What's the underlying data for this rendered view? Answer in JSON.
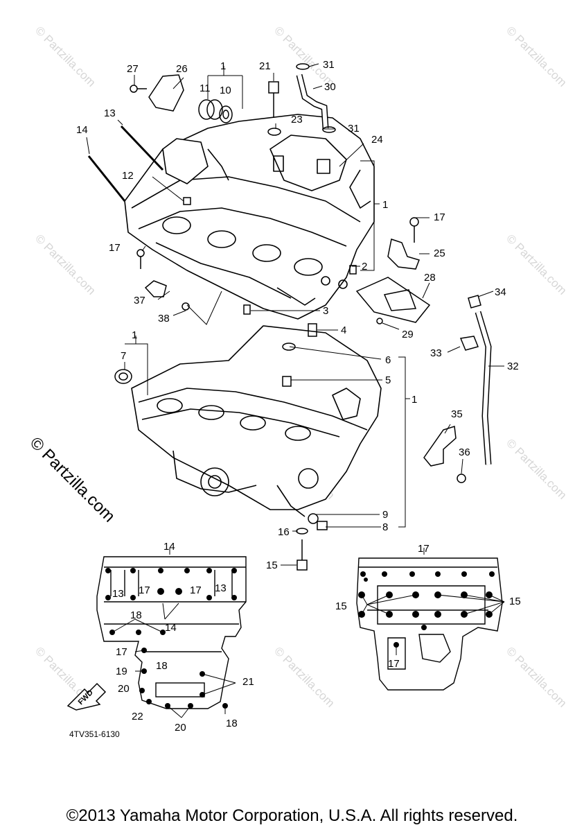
{
  "watermarks": {
    "light_text": "© Partzilla.com",
    "side_text": "© Partzilla.com"
  },
  "callouts": {
    "c1": "1",
    "c2": "2",
    "c3": "3",
    "c4": "4",
    "c5": "5",
    "c6": "6",
    "c7": "7",
    "c8": "8",
    "c9": "9",
    "c10": "10",
    "c11": "11",
    "c12": "12",
    "c13": "13",
    "c14": "14",
    "c15": "15",
    "c16": "16",
    "c17": "17",
    "c18": "18",
    "c19": "19",
    "c20": "20",
    "c21": "21",
    "c22": "22",
    "c23": "23",
    "c24": "24",
    "c25": "25",
    "c26": "26",
    "c27": "27",
    "c28": "28",
    "c29": "29",
    "c30": "30",
    "c31": "31",
    "c32": "32",
    "c33": "33",
    "c34": "34",
    "c35": "35",
    "c36": "36",
    "c37": "37",
    "c38": "38"
  },
  "fwd_label": "FWD",
  "diagram_code": "4TV351-6130",
  "copyright": "©2013 Yamaha Motor Corporation, U.S.A. All rights reserved."
}
